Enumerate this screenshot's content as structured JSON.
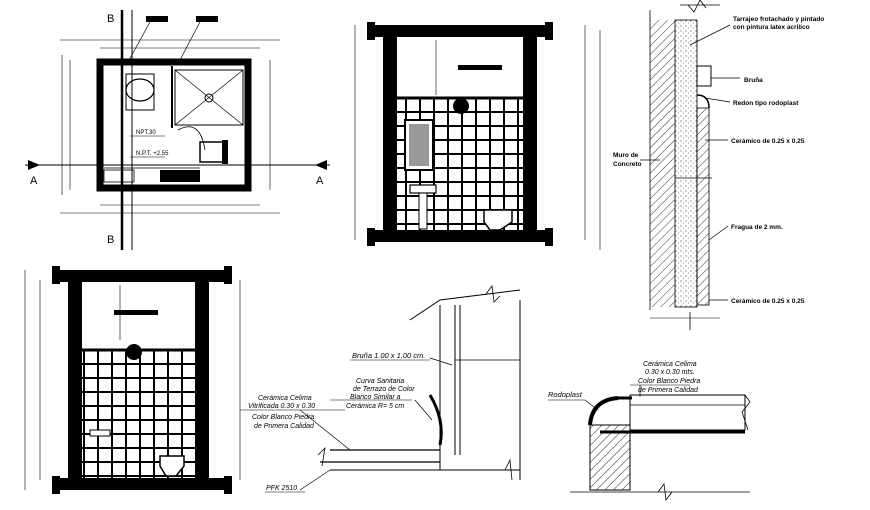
{
  "plan": {
    "section_a": "A",
    "section_b": "B",
    "room_label": "NPT.30",
    "level_label": "N.P.T. +2.55"
  },
  "wall_section": {
    "tarrajeo": "Tarrajeo frotachado y pintado",
    "pintura": "con pintura latex acrilico",
    "bruna": "Bruña",
    "redon": "Redon tipo rodoplast",
    "ceramico_top": "Cerámico de 0.25 x 0.25",
    "muro_1": "Muro de",
    "muro_2": "Concreto",
    "fragua": "Fragua de 2 mm.",
    "ceramico_bottom": "Cerámico de 0.25 x 0.25"
  },
  "floor_detail": {
    "bruna": "Bruña 1.00 x 1.00 cm.",
    "curva_1": "Curva Sanitaria",
    "curva_2": "de Terrazo de Color",
    "curva_3": "Blanco Similar a",
    "curva_4": "Cerámica  R= 5 cm",
    "ceramica_1": "Cerámica Celima",
    "ceramica_2": "Vitrificada 0.30 x 0.30",
    "ceramica_3": "Color Blanco Piedra",
    "ceramica_4": "de Primera Calidad",
    "pfk": "PFK 2510"
  },
  "rodoplast_detail": {
    "ceramica_1": "Cerámica Celima",
    "ceramica_2": "0.30 x 0.30 mts.",
    "ceramica_3": "Color Blanco Piedra",
    "ceramica_4": "de Primera Calidad",
    "rodoplast": "Rodoplast"
  }
}
